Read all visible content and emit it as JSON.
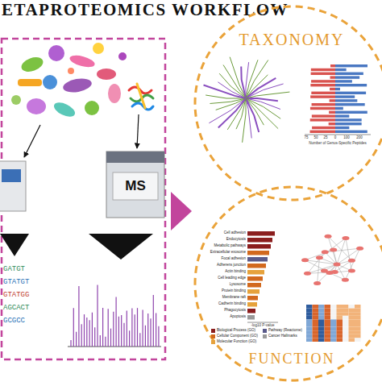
{
  "diagram": {
    "title": "ETAPROTEOMICS WORKFLOW",
    "nodes": [
      {
        "text": [
          "TAXONOMY"
        ]
      },
      {
        "text": [
          "FUNCTION"
        ]
      },
      {
        "text": [
          "MS"
        ]
      }
    ],
    "labels": [
      "GATGT",
      "GTATGT",
      "GTATGG",
      "AGCACT",
      "GCGCC",
      "75",
      "50",
      "25",
      "0",
      "100",
      "200",
      "Number of Genus-Specific Peptides",
      "Cell adhesion",
      "Endocytosis",
      "Metabolic pathways",
      "Extracellular exosome",
      "Focal adhesion",
      "Adherens junction",
      "Actin binding",
      "Cell leading edge",
      "Lysosome",
      "Protein binding",
      "Membrane raft",
      "Cadherin binding",
      "Phagocytosis",
      "Apoptosis",
      "-log10 P-value"
    ],
    "legend": [
      {
        "text": "Biological Process (GO)",
        "color": "#8b1e1e"
      },
      {
        "text": "Cellular Component (GO)",
        "color": "#d2691e"
      },
      {
        "text": "Molecular Function (GO)",
        "color": "#e6a23c"
      },
      {
        "text": "Pathway (Reactome)",
        "color": "#5a5a8a"
      },
      {
        "text": "Cancer Hallmarks",
        "color": "#9a9a9a"
      }
    ]
  }
}
